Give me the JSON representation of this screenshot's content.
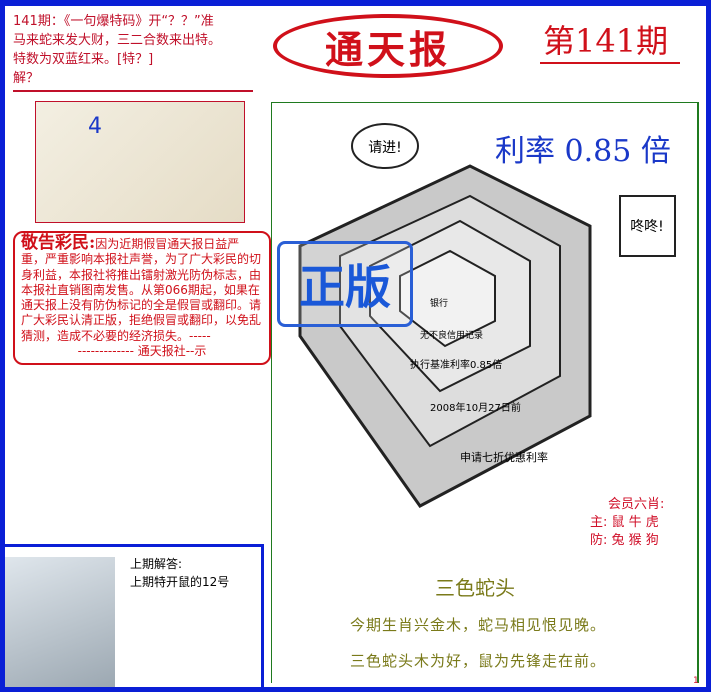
{
  "header": {
    "masthead": "通天报",
    "issue": "第141期"
  },
  "riddle": {
    "lines": [
      "141期：《一句爆特码》开“？？”准",
      "马来蛇来发大财，三二合数来出特。",
      "特数为双蓝红来。[特？]",
      "解？"
    ]
  },
  "cartoon_small": {
    "number": "4"
  },
  "notice": {
    "heading": "敬告彩民:",
    "body": "因为近期假冒通天报日益严重，严重影响本报社声誉，为了广大彩民的切身利益，本报社将推出镭射激光防伪标志，由本报社直销图南发售。从第066期起，如果在通天报上没有防伪标记的全是假冒或翻印。请广大彩民认清正版，拒绝假冒或翻印，以免乱猜测，造成不必要的经济损失。-----",
    "sign": "------------- 通天报社--示"
  },
  "stamp": "正版",
  "last_answer": {
    "title": "上期解答:",
    "text": "上期特开鼠的12号"
  },
  "main_cartoon": {
    "rate": "利率 0.85 倍",
    "bubble1": "请进!",
    "bubble2": "咚咚!",
    "bank": "银行",
    "wall1": "无不良信用记录",
    "wall2": "执行基准利率0.85倍",
    "wall3": "2008年10月27日前",
    "wall4": "申请七折优惠利率"
  },
  "members": {
    "title": "会员六肖:",
    "main": "主: 鼠 牛 虎",
    "guard": "防: 兔 猴 狗"
  },
  "poem": {
    "title": "三色蛇头",
    "line1": "今期生肖兴金木，蛇马相见恨见晚。",
    "line2": "三色蛇头木为好，鼠为先锋走在前。"
  },
  "page_number": "1"
}
